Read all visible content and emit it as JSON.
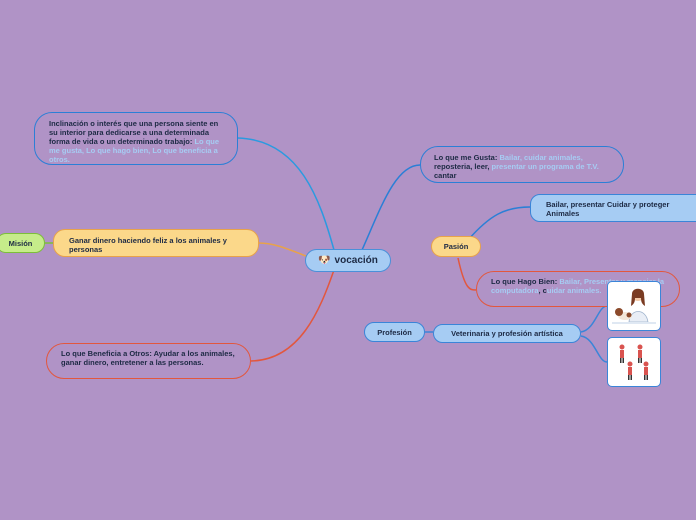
{
  "center": {
    "label": "vocación",
    "icon": "dog-face-icon"
  },
  "left": {
    "inclinacion": {
      "text": "Inclinación o interés que una persona siente en su interior para dedicarse a una determinada forma de vida o un determinado trabajo:",
      "highlight": "Lo que me gusta, Lo que hago bien, Lo que beneficia a otros."
    },
    "mision_label": "Misión",
    "mision_text": "Ganar dinero haciendo feliz a los animales y personas",
    "beneficia": "Lo que Beneficia a Otros: Ayudar a los animales, ganar dinero, entretener a las personas."
  },
  "right": {
    "gusta": {
      "prefix": "Lo que me Gusta:",
      "part1": "Bailar, cuidar animales,",
      "part2": "reposteria, leer,",
      "part3": "presentar un programa de T.V.",
      "part4": "cantar"
    },
    "pasion_label": "Pasión",
    "pasion_text": "Bailar, presentar Cuidar y proteger Animales",
    "hago": {
      "prefix": "Lo que Hago Bien:",
      "part1": "Bailar, Presentar y",
      "part2": "manejar la computadora",
      "part3": ", c",
      "part4": "uidar",
      "part5": "animales."
    },
    "profesion_label": "Profesión",
    "profesion_text": "Veterinaria y profesión artística"
  },
  "colors": {
    "background": "#b093c6",
    "blue": "#2b7fd6",
    "red": "#e2573e",
    "gold": "#e8a24a"
  }
}
